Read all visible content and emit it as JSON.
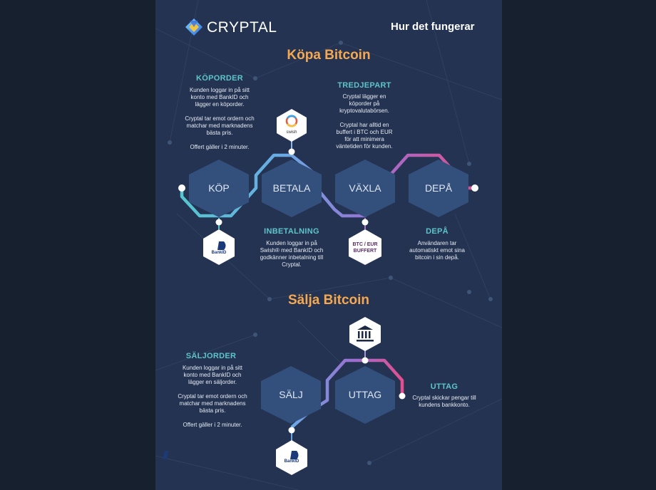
{
  "brand": "CRYPTAL",
  "header_title": "Hur det fungerar",
  "buy": {
    "title": "Köpa Bitcoin",
    "steps": [
      "KÖP",
      "BETALA",
      "VÄXLA",
      "DEPÅ"
    ],
    "kop": {
      "heading": "KÖPORDER",
      "paragraphs": [
        "Kunden loggar in på sitt konto med BankID och lägger en köporder.",
        "Cryptal tar emot ordern och matchar med marknadens bästa pris.",
        "Offert gäller i 2 minuter."
      ]
    },
    "tredjepart": {
      "heading": "TREDJEPART",
      "paragraphs": [
        "Cryptal lägger en köporder på kryptovalutabörsen.",
        "Cryptal har alltid en buffert i BTC och EUR för att minimera väntetiden för kunden."
      ]
    },
    "inbetalning": {
      "heading": "INBETALNING",
      "paragraphs": [
        "Kunden loggar in på Swish® med BankID och godkänner inbetalning till Cryptal."
      ]
    },
    "depa": {
      "heading": "DEPÅ",
      "paragraphs": [
        "Användaren tar automatiskt emot sina bitcoin i sin depå."
      ]
    },
    "icons": {
      "swish_label": "swish",
      "bankid_label": "BankID",
      "buffer_line1": "BTC / EUR",
      "buffer_line2": "BUFFERT"
    }
  },
  "sell": {
    "title": "Sälja Bitcoin",
    "steps": [
      "SÄLJ",
      "UTTAG"
    ],
    "saljorder": {
      "heading": "SÄLJORDER",
      "paragraphs": [
        "Kunden loggar in på sitt konto med BankID och lägger en säljorder.",
        "Cryptal tar emot ordern och matchar med marknadens bästa pris.",
        "Offert gäller i 2 minuter."
      ]
    },
    "uttag": {
      "heading": "UTTAG",
      "paragraphs": [
        "Cryptal skickar pengar till kundens bankkonto."
      ]
    },
    "icons": {
      "bankid_label": "BankID",
      "bank_icon": "bank-icon"
    }
  },
  "colors": {
    "teal": "#55c6cf",
    "blue": "#6aa9e6",
    "purple": "#9a6fd0",
    "pink": "#e24f8f",
    "hex_fill": "#33507c",
    "title": "#f6a850",
    "heading": "#5ec4c9"
  }
}
